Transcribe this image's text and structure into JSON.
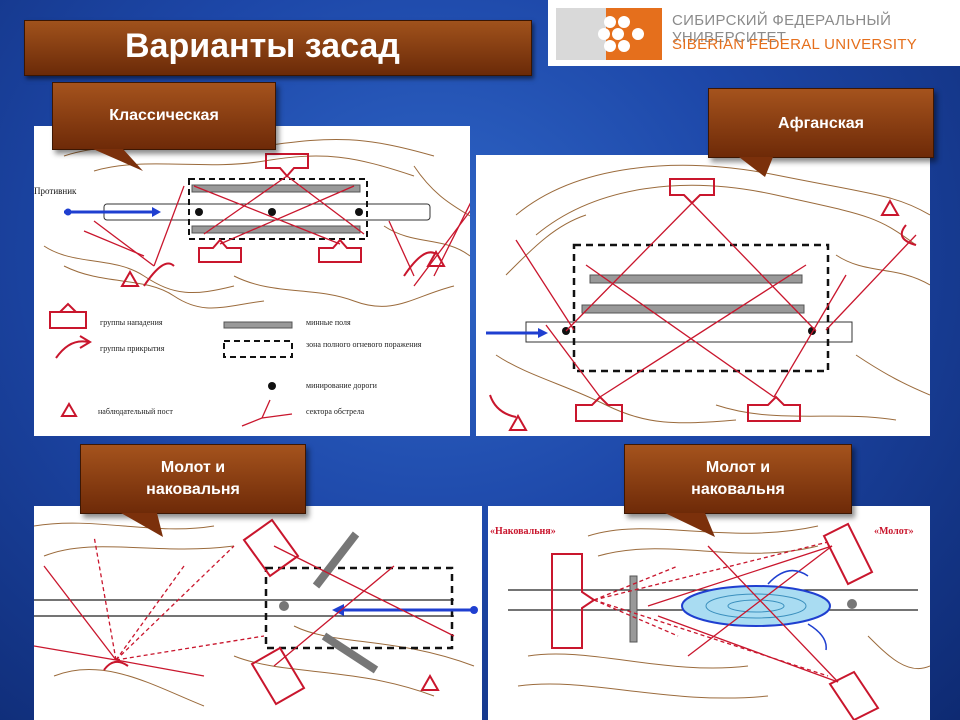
{
  "slide": {
    "title": "Варианты засад"
  },
  "logo": {
    "ru": "СИБИРСКИЙ ФЕДЕРАЛЬНЫЙ УНИВЕРСИТЕТ",
    "en": "SIBERIAN FEDERAL UNIVERSITY"
  },
  "panels": {
    "classic": {
      "callout": "Классическая",
      "enemy_label": "Противник",
      "legend": {
        "attack_groups": "группы нападения",
        "mine_fields": "минные поля",
        "cover_groups": "группы прикрытия",
        "kill_zone": "зона полного огневого поражения",
        "road_mining": "минирование дороги",
        "observation_post": "наблюдательный пост",
        "fire_sectors": "сектора обстрела"
      }
    },
    "afghan": {
      "callout": "Афганская"
    },
    "hammer_left": {
      "callout_line1": "Молот и",
      "callout_line2": "наковальня"
    },
    "hammer_right": {
      "callout_line1": "Молот и",
      "callout_line2": "наковальня",
      "anvil_label": "«Наковальня»",
      "hammer_label": "«Молот»"
    }
  },
  "colors": {
    "accent": "#c9162d",
    "callout": "#8a3b10",
    "arrow_blue": "#1f3fd0"
  }
}
